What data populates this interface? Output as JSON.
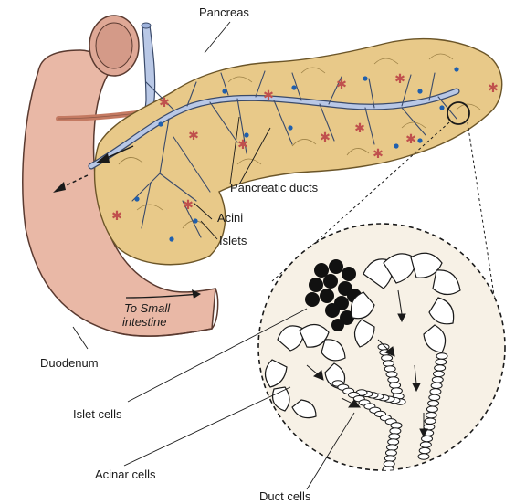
{
  "labels": {
    "pancreas": "Pancreas",
    "pancreatic_ducts": "Pancreatic ducts",
    "acini": "Acini",
    "islets": "Islets",
    "to_small": "To Small",
    "intestine": "intestine",
    "duodenum": "Duodenum",
    "islet_cells": "Islet cells",
    "acinar_cells": "Acinar cells",
    "duct_cells": "Duct cells"
  },
  "colors": {
    "duodenum": "#e9b8a6",
    "duodenum_dark": "#d49a88",
    "pancreas": "#e8c989",
    "duct": "#b9c8e6",
    "vessel": "#c47a62",
    "islet_marker": "#c0504d",
    "acini_marker": "#1f5fae"
  }
}
